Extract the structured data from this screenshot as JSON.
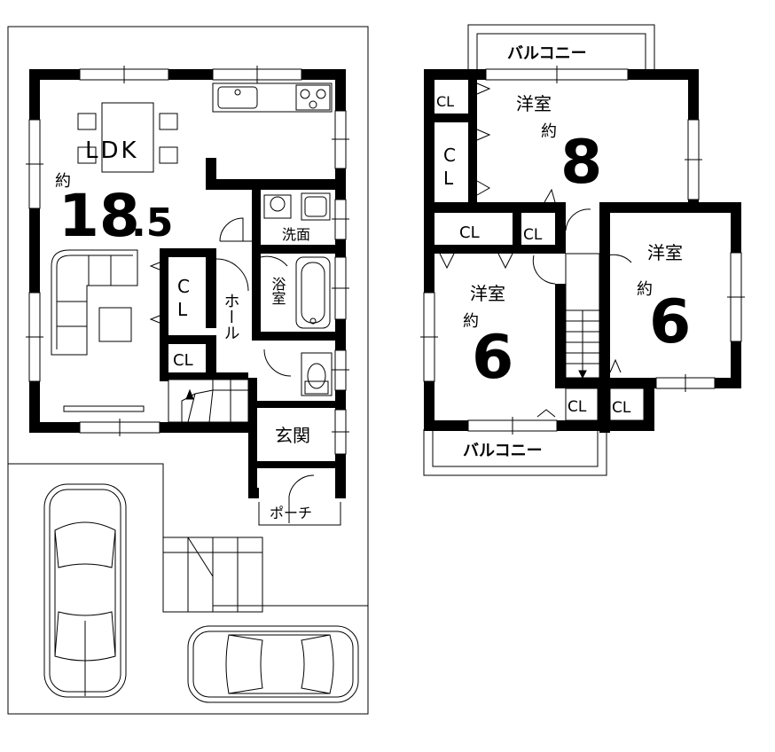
{
  "floor1": {
    "ldk_label": "LDK",
    "ldk_prefix": "約",
    "ldk_area_int": "18",
    "ldk_area_dec": ".5",
    "closet_c": "C",
    "closet_l": "L",
    "closet2": "CL",
    "hall": "ホール",
    "bath": "浴室",
    "washroom": "洗面",
    "entrance": "玄関",
    "porch": "ポーチ"
  },
  "floor2": {
    "balcony_top": "バルコニー",
    "balcony_bottom": "バルコニー",
    "room_a_name": "洋室",
    "room_a_prefix": "約",
    "room_a_size": "8",
    "room_b_name": "洋室",
    "room_b_prefix": "約",
    "room_b_size": "6",
    "room_c_name": "洋室",
    "room_c_prefix": "約",
    "room_c_size": "6",
    "cl_top_left": "CL",
    "cl_side_c": "C",
    "cl_side_l": "L",
    "cl_mid_left": "CL",
    "cl_mid_right": "CL",
    "cl_bottom_left": "CL",
    "cl_bottom_right": "CL"
  },
  "colors": {
    "wall": "#000000",
    "line": "#000000",
    "background": "#ffffff"
  }
}
